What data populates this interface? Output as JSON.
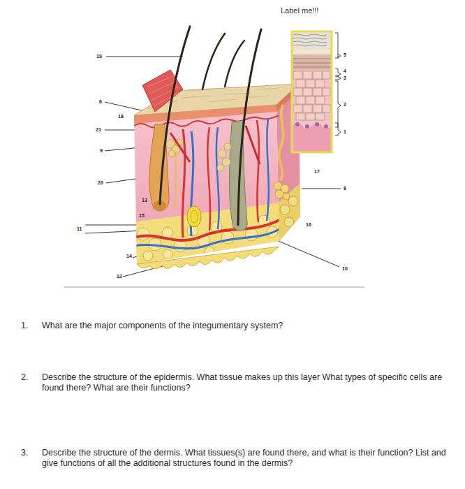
{
  "diagram": {
    "labels": [
      "Label me!!!",
      "19",
      "6",
      "18",
      "21",
      "9",
      "20",
      "13",
      "15",
      "11",
      "14",
      "12",
      "17",
      "8",
      "16",
      "10",
      "5",
      "4",
      "3",
      "2",
      "1",
      "1.",
      "What are the major components of the integumentary system?",
      "2.",
      "Describe the structure of the epidermis. What tissue makes up this layer What types of specific cells are found there? What are their functions?",
      "3.",
      "Describe the structure of the dermis. What tissues(s) are found there, and what is their function? List and give functions of all the additional structures found in the dermis?"
    ]
  }
}
